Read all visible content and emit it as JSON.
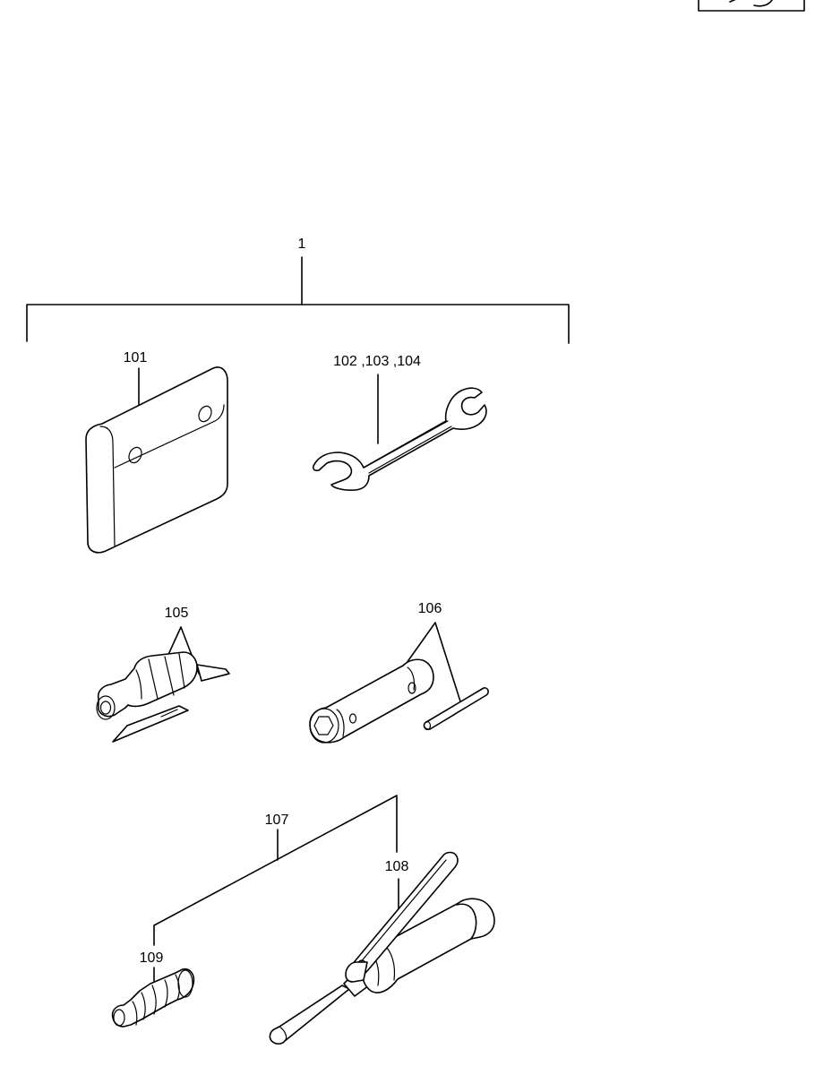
{
  "labels": {
    "assembly": "1",
    "pouch": "101",
    "wrench": "102 ,103 ,104",
    "screwdriver": "105",
    "socket": "106",
    "group": "107",
    "grease_gun": "108",
    "nozzle": "109"
  }
}
